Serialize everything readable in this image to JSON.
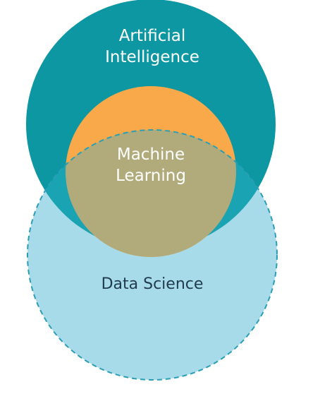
{
  "diagram": {
    "sets": [
      {
        "id": "ai",
        "lines": [
          "Artificial",
          "Intelligence"
        ],
        "fill": "#0d97a3",
        "border": "solid"
      },
      {
        "id": "ml",
        "lines": [
          "Machine",
          "Learning"
        ],
        "fill": "#f9a94a",
        "border": "solid"
      },
      {
        "id": "ds",
        "lines": [
          "Data Science"
        ],
        "fill": "#a8dbe9",
        "border": "dashed"
      }
    ],
    "colors": {
      "ai_over_ds": "#1aa3b2",
      "ml_over_ds": "#b1ab7c",
      "ds_outline": "#2a9fb4",
      "ds_text": "#1f3b4d",
      "label_on_dark": "#ffffff"
    }
  }
}
